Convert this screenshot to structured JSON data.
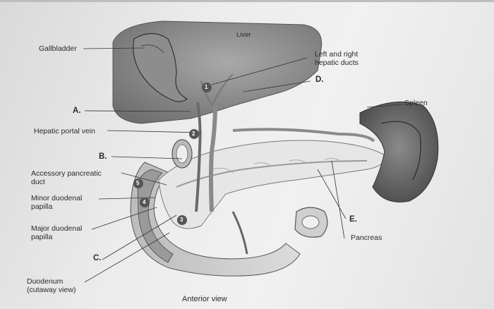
{
  "labels": {
    "gallbladder": "Gallbladder",
    "liver": "Liver",
    "left_right_hepatic_ducts_line1": "Left and right",
    "left_right_hepatic_ducts_line2": "hepatic ducts",
    "d": "D.",
    "spleen": "Spleen",
    "a": "A.",
    "hepatic_portal_vein": "Hepatic portal vein",
    "b": "B.",
    "accessory_pancreatic_duct_line1": "Accessory pancreatic",
    "accessory_pancreatic_duct_line2": "duct",
    "minor_duodenal_papilla_line1": "Minor duodenal",
    "minor_duodenal_papilla_line2": "papilla",
    "major_duodenal_papilla_line1": "Major duodenal",
    "major_duodenal_papilla_line2": "papilla",
    "c": "C.",
    "duodenum_line1": "Duodenum",
    "duodenum_line2": "(cutaway view)",
    "e": "E.",
    "pancreas": "Pancreas",
    "anterior_view": "Anterior view"
  },
  "markers": [
    "1",
    "2",
    "3",
    "4",
    "5"
  ]
}
